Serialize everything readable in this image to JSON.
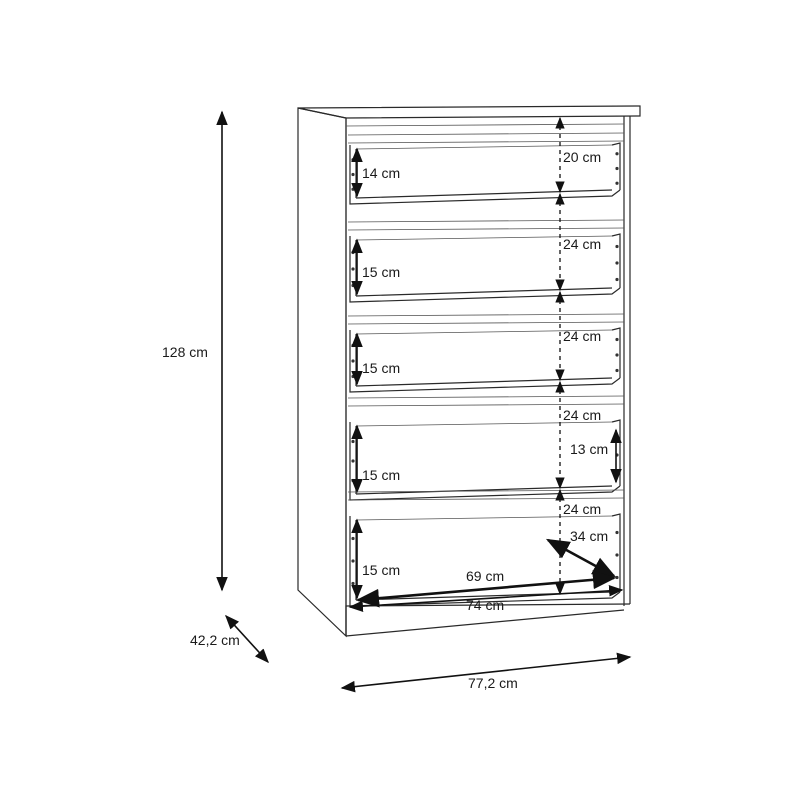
{
  "overall": {
    "height": "128 cm",
    "depth": "42,2 cm",
    "width": "77,2 cm"
  },
  "drawers": [
    {
      "clearance": "20 cm",
      "inner_height": "14 cm"
    },
    {
      "clearance": "24 cm",
      "inner_height": "15 cm"
    },
    {
      "clearance": "24 cm",
      "inner_height": "15 cm"
    },
    {
      "clearance": "24 cm",
      "inner_height": "15 cm",
      "side_height": "13 cm"
    },
    {
      "clearance": "24 cm",
      "inner_height": "15 cm",
      "inner_depth": "34 cm",
      "inner_width": "69 cm",
      "outer_width": "74 cm"
    }
  ]
}
